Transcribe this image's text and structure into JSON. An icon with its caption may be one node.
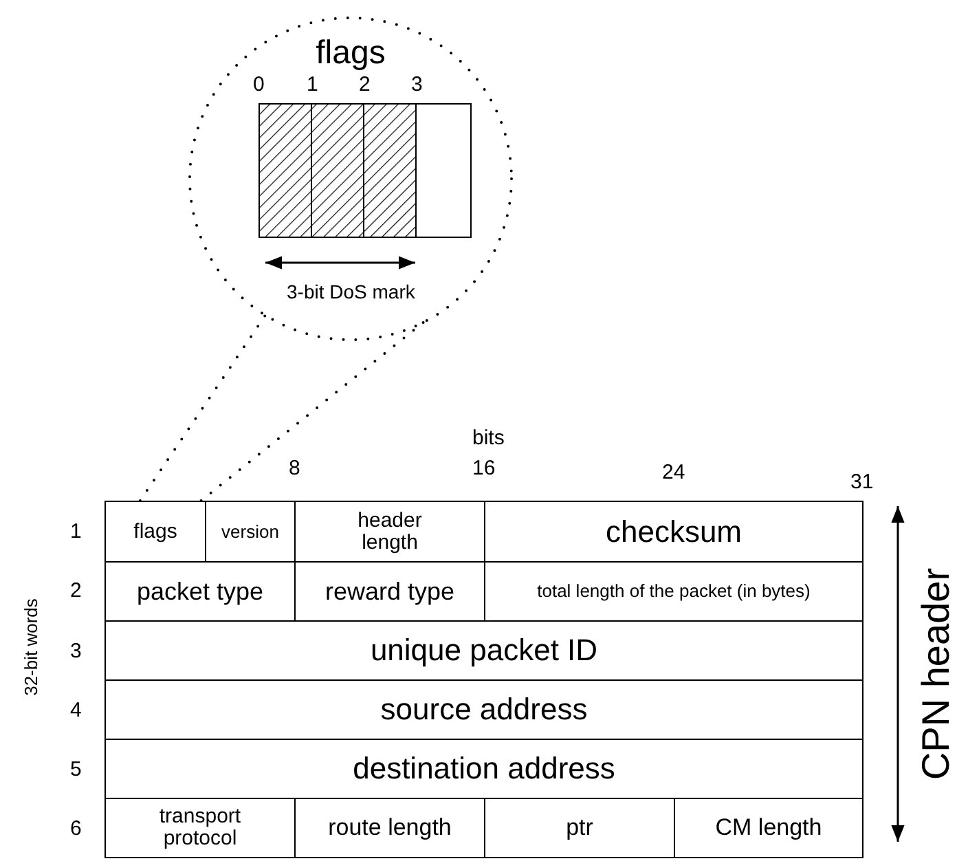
{
  "diagram": {
    "nodes": [
      {
        "text": [
          "flags"
        ]
      },
      {
        "text": [
          "flags"
        ]
      },
      {
        "text": [
          "version"
        ]
      },
      {
        "text": [
          "header length"
        ]
      },
      {
        "text": [
          "checksum"
        ]
      },
      {
        "text": [
          "packet type"
        ]
      },
      {
        "text": [
          "reward type"
        ]
      },
      {
        "text": [
          "total length of the packet (in bytes)"
        ]
      },
      {
        "text": [
          "unique packet ID"
        ]
      },
      {
        "text": [
          "source address"
        ]
      },
      {
        "text": [
          "destination address"
        ]
      },
      {
        "text": [
          "transport protocol"
        ]
      },
      {
        "text": [
          "route length"
        ]
      },
      {
        "text": [
          "ptr"
        ]
      },
      {
        "text": [
          "CM length"
        ]
      }
    ],
    "edges": [
      {
        "from": 1,
        "to": 0,
        "arrow": "none",
        "style": "dashed"
      },
      {
        "from": 1,
        "to": 0,
        "arrow": "none",
        "style": "dashed"
      }
    ],
    "labels": [
      "0",
      "1",
      "2",
      "3",
      "3-bit DoS mark",
      "bits",
      "8",
      "16",
      "24",
      "31",
      "1",
      "2",
      "3",
      "4",
      "5",
      "6",
      "32-bit words",
      "CPN header"
    ]
  }
}
